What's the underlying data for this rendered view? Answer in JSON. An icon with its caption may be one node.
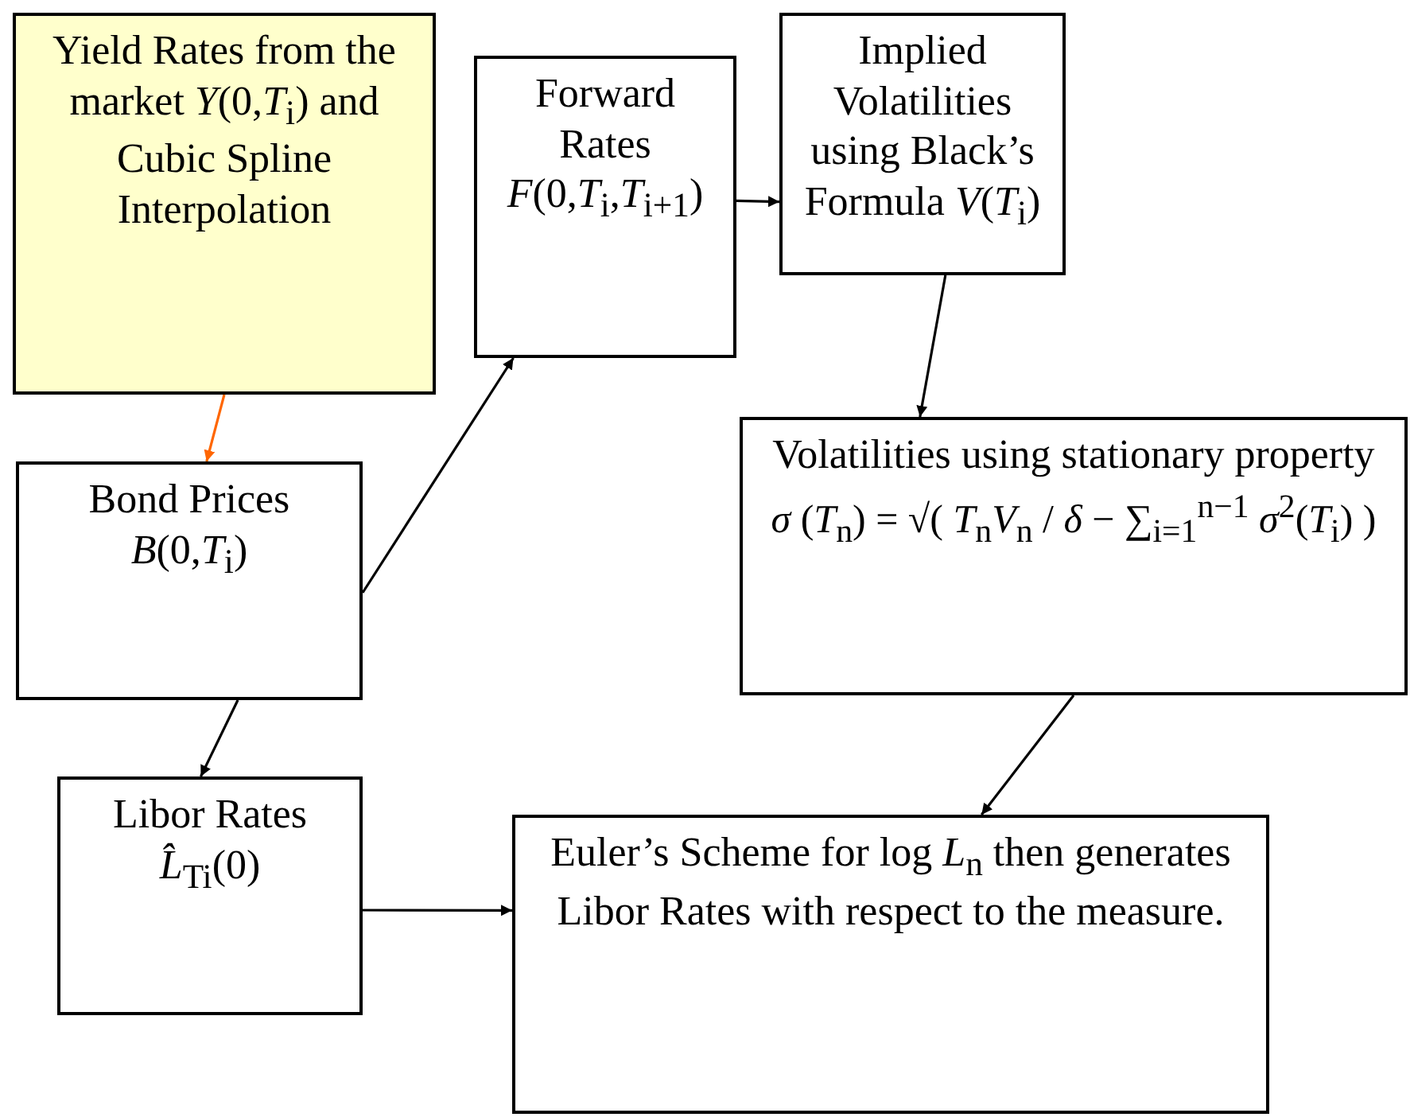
{
  "diagram": {
    "nodes": [
      {
        "text": [
          "Yield Rates from the market *Y*(0,*T*$_{i}$) and Cubic Spline Interpolation"
        ]
      },
      {
        "text": [
          "Forward Rates *F*(0,*T*$_{i}$,*T*$_{i+1}$)"
        ]
      },
      {
        "text": [
          "Implied Volatilities using Black’s Formula *V*(*T*$_{i}$)"
        ]
      },
      {
        "text": [
          "Bond Prices *B*(0,*T*$_{i}$)"
        ]
      },
      {
        "text": [
          "Volatilities using stationary property",
          "*σ* (*T*$_{n}$) = √( *T*$_{n}$*V*$_{n}$ / *δ* − ∑$_{i=1}$$^{n−1}$ *σ*$^{2}$(*T*$_{i}$) )"
        ]
      },
      {
        "text": [
          "Libor Rates *L̂*$_{Ti}$(0)"
        ]
      },
      {
        "text": [
          "Euler’s Scheme for log *L*$_{n}$ then generates Libor Rates with respect to the measure."
        ]
      }
    ],
    "edges": [
      {
        "from": 0,
        "to": 3,
        "arrow": "to",
        "color": "#ff6600"
      },
      {
        "from": 3,
        "to": 1,
        "arrow": "to"
      },
      {
        "from": 1,
        "to": 2,
        "arrow": "to"
      },
      {
        "from": 2,
        "to": 4,
        "arrow": "to"
      },
      {
        "from": 3,
        "to": 5,
        "arrow": "to"
      },
      {
        "from": 4,
        "to": 6,
        "arrow": "to"
      },
      {
        "from": 5,
        "to": 6,
        "arrow": "to"
      }
    ]
  }
}
